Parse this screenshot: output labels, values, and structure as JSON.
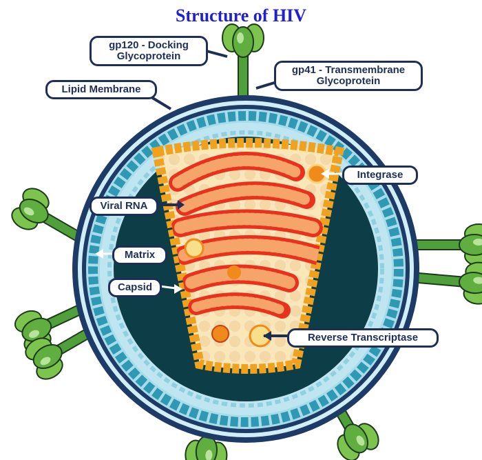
{
  "title": "Structure of HIV",
  "labels": {
    "gp120_line1": "gp120 - Docking",
    "gp120_line2": "Glycoprotein",
    "gp41_line1": "gp41 - Transmembrane",
    "gp41_line2": "Glycoprotein",
    "lipid_membrane": "Lipid Membrane",
    "integrase": "Integrase",
    "viral_rna": "Viral RNA",
    "matrix": "Matrix",
    "capsid": "Capsid",
    "reverse_transcriptase": "Reverse Transcriptase"
  },
  "colors": {
    "title": "#1f1fd6",
    "label_border": "#1e2f57",
    "outer_membrane": "#1e3a66",
    "membrane_light": "#a8dcea",
    "membrane_beads": "#2f98b3",
    "matrix_layer": "#bfe6f0",
    "core_interior": "#0d3d47",
    "capsid_outline": "#f0a21e",
    "capsid_fill": "#fbe6b6",
    "rna": "#e8321e",
    "glycoprotein_stalk": "#4f9f3a",
    "glycoprotein_head": "#7cc44e",
    "enzyme": "#f08a1a"
  }
}
